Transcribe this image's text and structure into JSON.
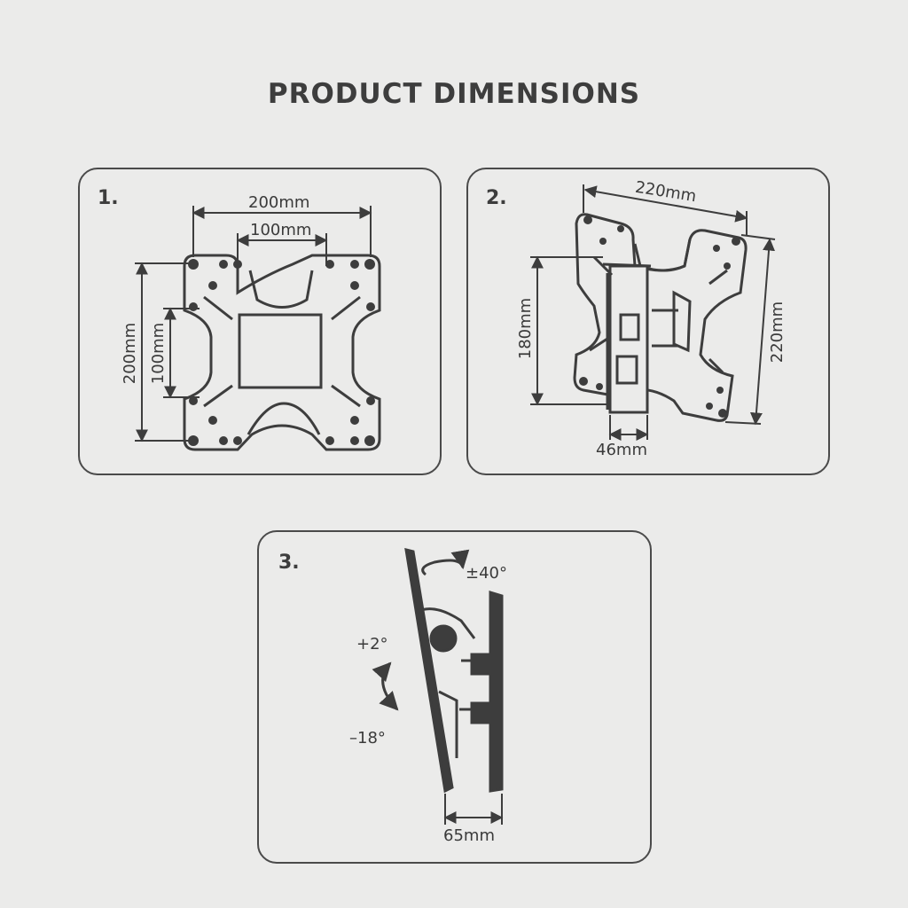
{
  "title": "PRODUCT DIMENSIONS",
  "panels": [
    {
      "number": "1.",
      "labels": {
        "width_outer": "200mm",
        "width_inner": "100mm",
        "height_outer": "200mm",
        "height_inner": "100mm"
      }
    },
    {
      "number": "2.",
      "labels": {
        "top_width": "220mm",
        "left_height": "180mm",
        "right_height": "220mm",
        "depth": "46mm"
      }
    },
    {
      "number": "3.",
      "labels": {
        "swivel": "±40°",
        "tilt_up": "+2°",
        "tilt_down": "–18°",
        "depth": "65mm"
      }
    }
  ],
  "colors": {
    "background": "#ebebea",
    "line": "#3d3d3d"
  }
}
